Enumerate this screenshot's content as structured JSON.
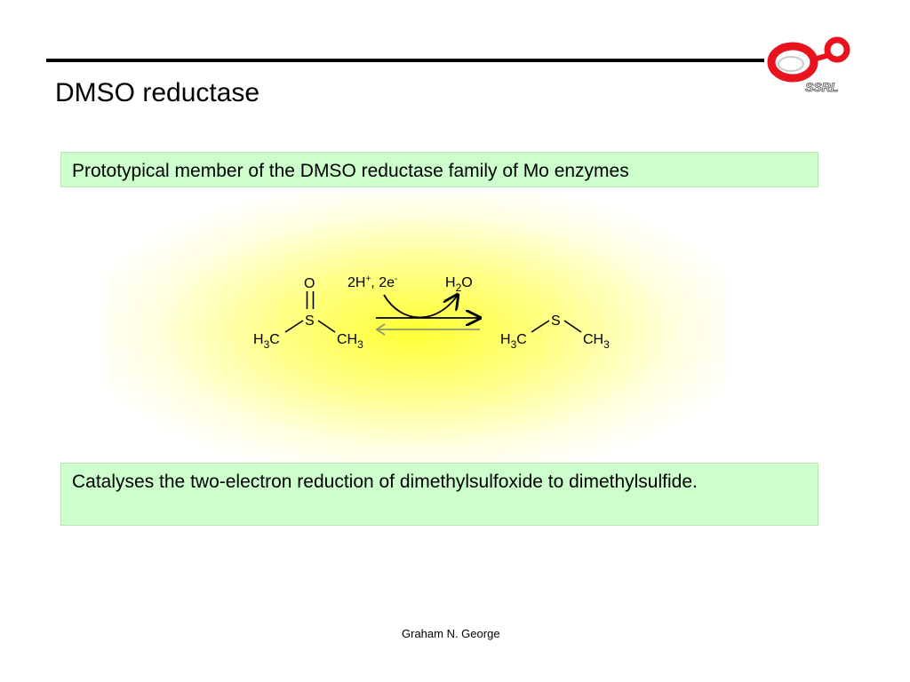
{
  "slide": {
    "title": "DMSO reductase",
    "box1_text": "Prototypical member of the DMSO reductase family of Mo enzymes",
    "box2_text": "Catalyses  the two-electron reduction of dimethylsulfoxide to dimethylsulfide.",
    "footer": "Graham N. George"
  },
  "logo": {
    "text": "SSRL",
    "color": "#e8131c"
  },
  "scheme": {
    "dmso": {
      "oxygen": "O",
      "sulfur": "S",
      "left_group_main": "H",
      "left_group_sub": "3",
      "left_group_tail": "C",
      "right_group_main": "CH",
      "right_group_sub": "3"
    },
    "dms": {
      "sulfur": "S",
      "left_group_main": "H",
      "left_group_sub": "3",
      "left_group_tail": "C",
      "right_group_main": "CH",
      "right_group_sub": "3"
    },
    "reagent": {
      "base": "2H",
      "charge1": "+",
      "sep": ", 2e",
      "charge2": "-"
    },
    "product_side": {
      "h": "H",
      "sub": "2",
      "o": "O"
    },
    "forward_arrow_color": "#000000",
    "reverse_arrow_color": "#8a9a6a"
  }
}
